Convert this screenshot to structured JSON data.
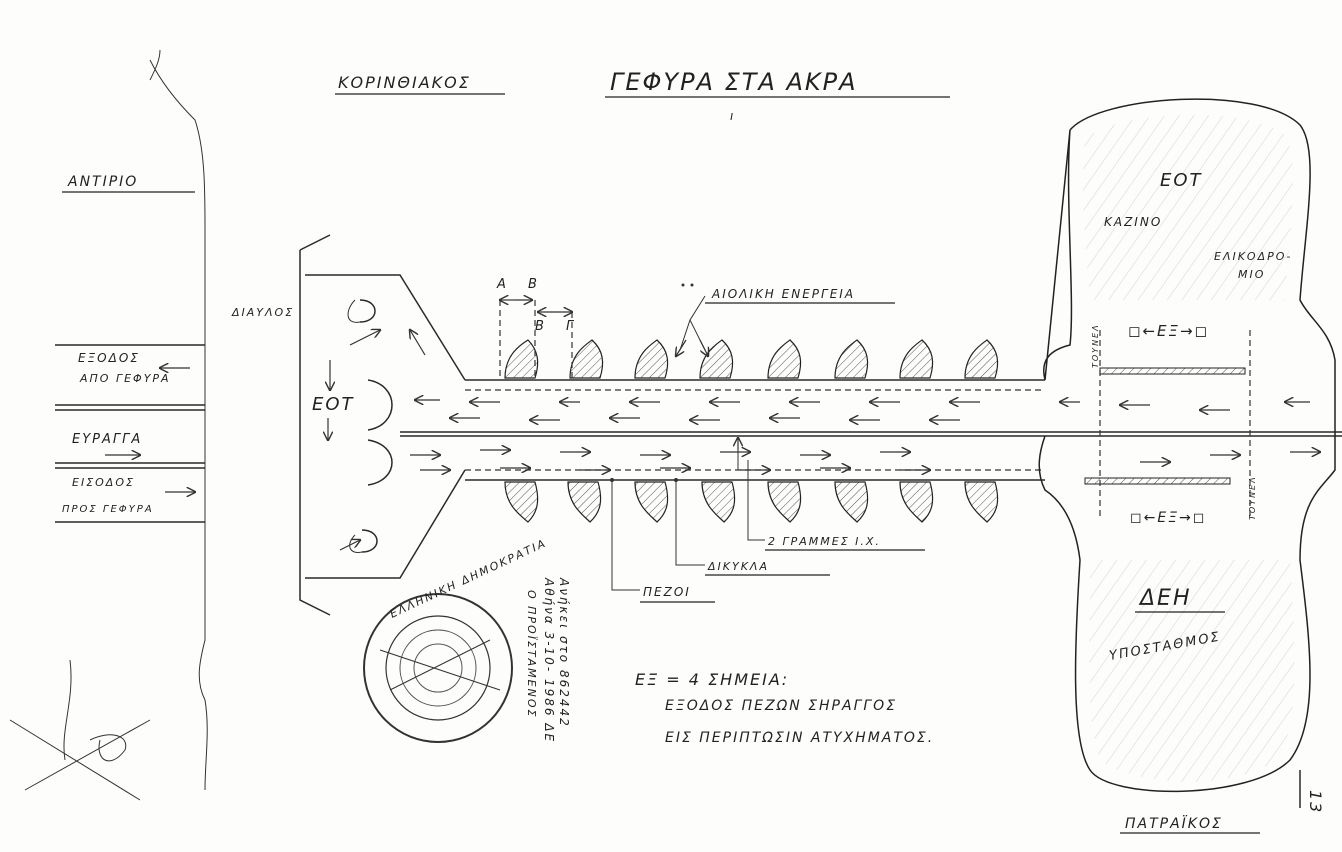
{
  "header": {
    "left_title": "ΚΟΡΙΝΘΙΑΚΟΣ",
    "main_title": "ΓΕΦΥΡΑ ΣΤΑ ΑΚΡΑ",
    "main_title_mark": "ı"
  },
  "left_shore": {
    "place": "ΑΝΤΙΡΙΟ",
    "exit_label_1": "ΕΞΟΔΟΣ",
    "exit_label_2": "ΑΠΟ ΓΕΦΥΡΑ",
    "barrier_label": "ΕΥΡΑΓΓΑ",
    "entry_label_1": "ΕΙΣΟΔΟΣ",
    "entry_label_2": "ΠΡΟΣ ΓΕΦΥΡΑ",
    "channel_label": "ΔΙΑΥΛΟΣ"
  },
  "west_plaza": {
    "label": "ΕΟΤ"
  },
  "bridge": {
    "dim_a": "Α",
    "dim_b": "Β",
    "dim_b2": "Β",
    "dim_g": "Γ",
    "wind_label": "ΑΙΟΛΙΚΗ ΕΝΕΡΓΕΙΑ",
    "lanes_label": "2 ΓΡΑΜΜΕΣ Ι.Χ.",
    "bike_label": "ΔΙΚΥΚΛΑ",
    "pedestrian_label": "ΠΕΖΟΙ"
  },
  "island": {
    "top_label": "ΕΟΤ",
    "casino_label": "ΚΑΖΙΝΟ",
    "heliport_label_1": "ΕΛΙΚΟΔΡΟ-",
    "heliport_label_2": "ΜΙΟ",
    "exit_top": "◻←ΕΞ→◻",
    "exit_bottom": "◻←ΕΞ→◻",
    "tunnel_top": "ΤΟΥΝΕΛ",
    "tunnel_bottom": "ΤΟΥΝΕΛ",
    "power_label": "ΔΕΗ",
    "substation_label": "ΥΠΟΣΤΑΘΜΟΣ"
  },
  "stamp": {
    "line_1": "Ανήκει στο 862442",
    "line_2": "Αθήνα 3-10- 1986 ΔΕ",
    "line_3": "Ο ΠΡΟΪΣΤΑΜΕΝΟΣ",
    "ring_text": "ΕΛΛΗΝΙΚΗ ΔΗΜΟΚΡΑΤΙΑ"
  },
  "notes": {
    "line_1": "ΕΞ = 4 ΣΗΜΕΙΑ:",
    "line_2": "ΕΞΟΔΟΣ ΠΕΖΩΝ ΣΗΡΑΓΓΟΣ",
    "line_3": "ΕΙΣ ΠΕΡΙΠΤΩΣΙΝ ΑΤΥΧΗΜΑΤΟΣ."
  },
  "footer": {
    "right_label": "ΠΑΤΡΑΪΚΟΣ",
    "page_number": "13"
  }
}
